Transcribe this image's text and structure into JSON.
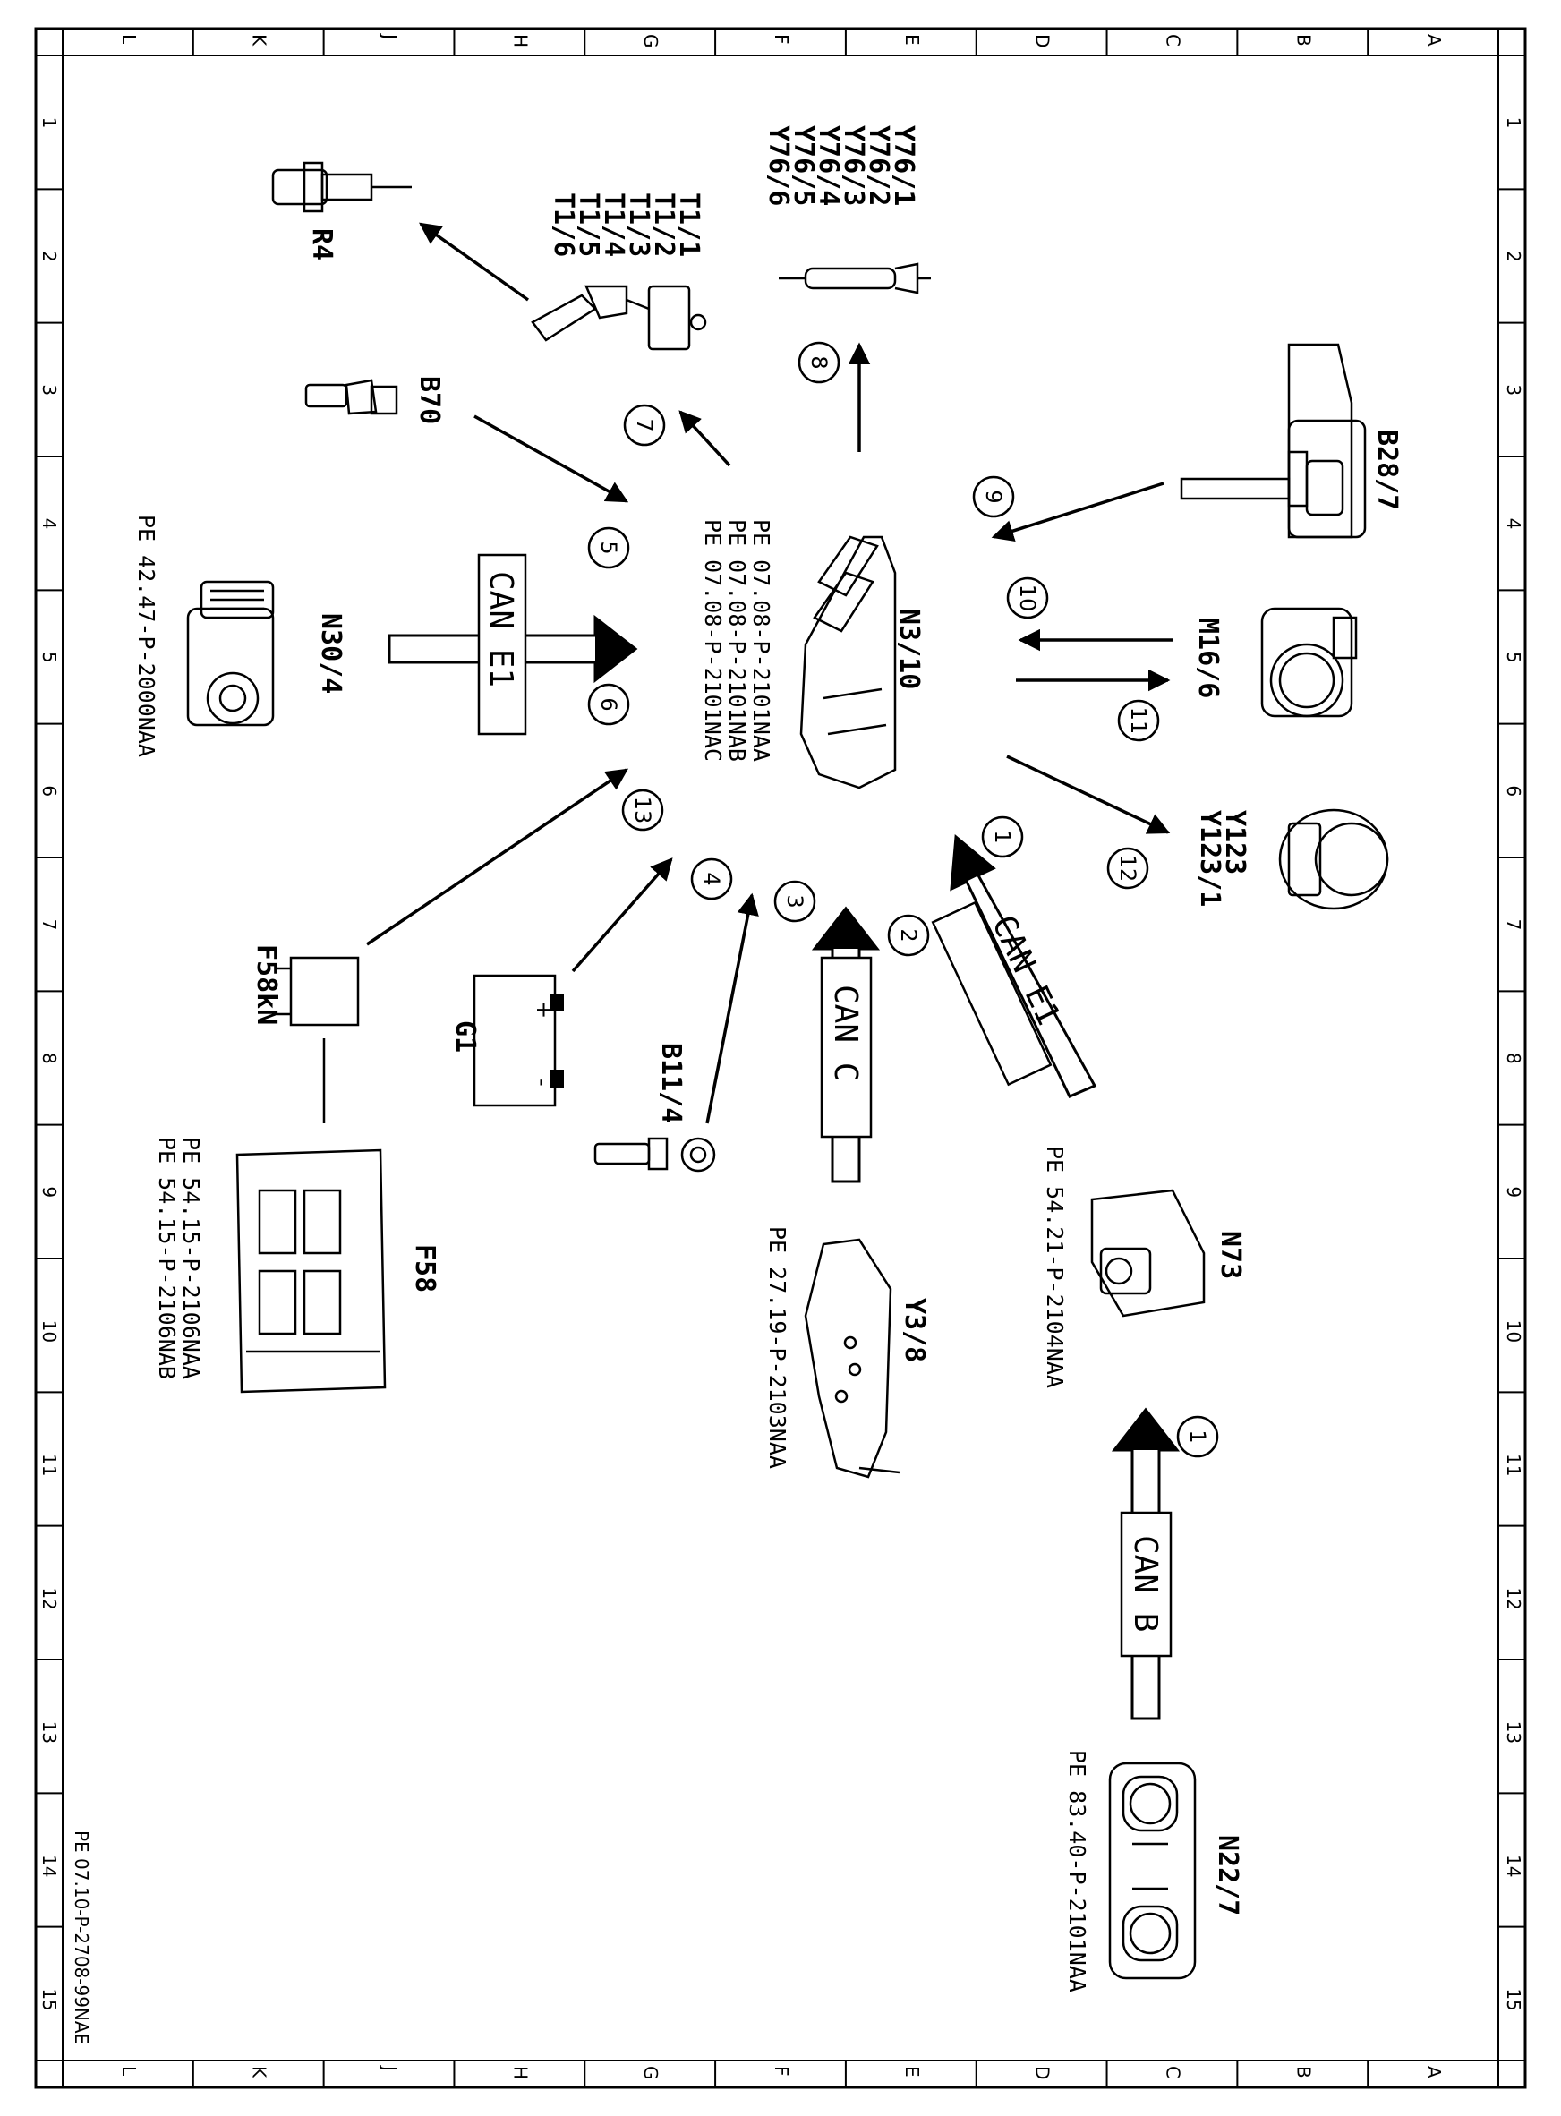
{
  "frame": {
    "row_letters": [
      "L",
      "K",
      "J",
      "H",
      "G",
      "F",
      "E",
      "D",
      "C",
      "B",
      "A"
    ],
    "col_numbers": [
      "1",
      "2",
      "3",
      "4",
      "5",
      "6",
      "7",
      "8",
      "9",
      "10",
      "11",
      "12",
      "13",
      "14",
      "15"
    ],
    "doc_id": "PE 07.10-P-2708-99NAE"
  },
  "components": {
    "n3_10": "N3/10",
    "r4": "R4",
    "t1": [
      "T1/1",
      "T1/2",
      "T1/3",
      "T1/4",
      "T1/5",
      "T1/6"
    ],
    "y76": [
      "Y76/1",
      "Y76/2",
      "Y76/3",
      "Y76/4",
      "Y76/5",
      "Y76/6"
    ],
    "b70": "B70",
    "b28_7": "B28/7",
    "m16_6": "M16/6",
    "y123": [
      "Y123",
      "Y123/1"
    ],
    "n30_4": "N30/4",
    "f58kn": "F58kN",
    "g1": "G1",
    "b11_4": "B11/4",
    "y3_8": "Y3/8",
    "n73": "N73",
    "f58": "F58",
    "n22_7": "N22/7"
  },
  "references": {
    "n3_10": [
      "PE 07.08-P-2101NAA",
      "PE 07.08-P-2101NAB",
      "PE 07.08-P-2101NAC"
    ],
    "n30_4": "PE 42.47-P-2000NAA",
    "f58": [
      "PE 54.15-P-2106NAA",
      "PE 54.15-P-2106NAB"
    ],
    "y3_8": "PE 27.19-P-2103NAA",
    "n73": "PE 54.21-P-2104NAA",
    "n22_7": "PE 83.40-P-2101NAA"
  },
  "buses": {
    "can_e1": "CAN E1",
    "can_c": "CAN C",
    "can_b": "CAN B"
  },
  "callouts": [
    "1",
    "2",
    "3",
    "4",
    "5",
    "6",
    "7",
    "8",
    "9",
    "10",
    "11",
    "12",
    "13",
    "1"
  ]
}
